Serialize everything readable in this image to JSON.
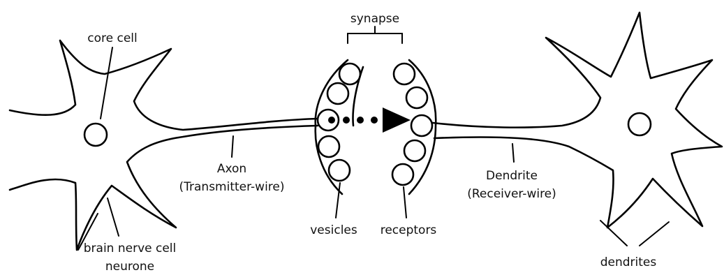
{
  "labels": {
    "core_cell": "core cell",
    "synapse": "synapse",
    "axon": "Axon",
    "axon_sub": "(Transmitter-wire)",
    "dendrite": "Dendrite",
    "dendrite_sub": "(Receiver-wire)",
    "vesicles": "vesicles",
    "receptors": "receptors",
    "brain_nerve_cell": "brain nerve cell",
    "neurone": "neurone",
    "dendrites": "dendrites"
  },
  "colors": {
    "ink": "#000000",
    "background": "#ffffff"
  },
  "icons": {
    "signal_arrow": "dotted-arrow-right"
  }
}
